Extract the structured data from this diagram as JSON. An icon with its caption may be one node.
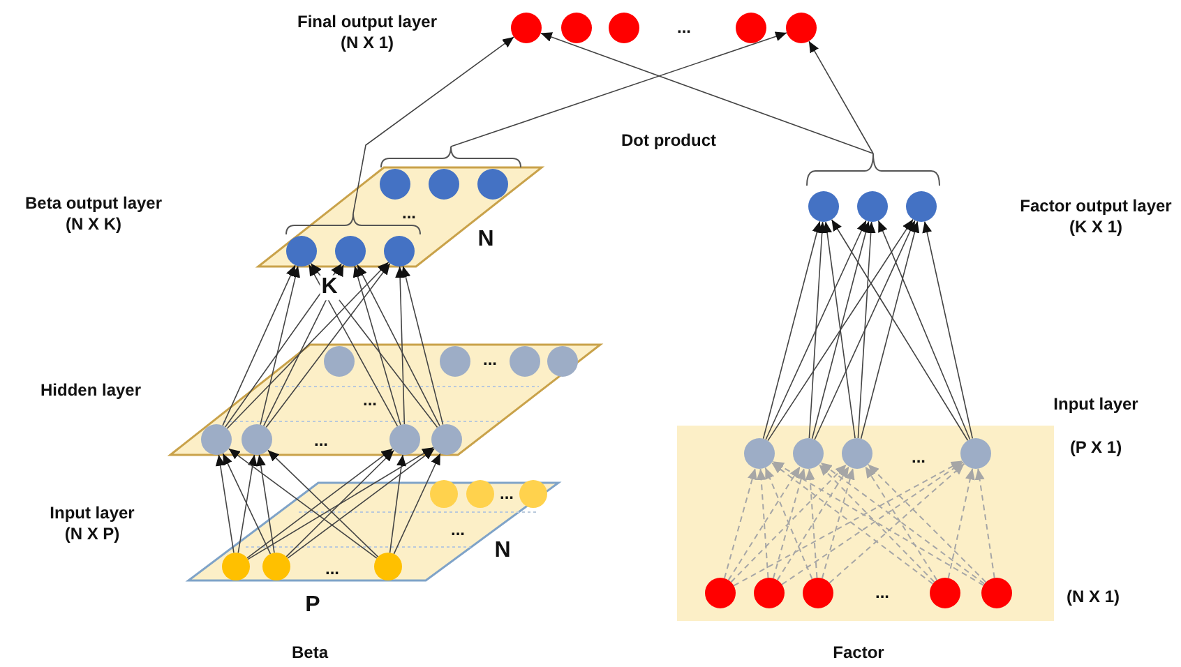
{
  "diagram": {
    "nodes": [
      {
        "text": [],
        "shape": "circle"
      },
      {
        "text": [],
        "shape": "circle"
      },
      {
        "text": [],
        "shape": "circle"
      },
      {
        "text": [],
        "shape": "circle"
      },
      {
        "text": [],
        "shape": "circle"
      },
      {
        "text": [],
        "shape": "brace"
      },
      {
        "text": [],
        "shape": "circle"
      },
      {
        "text": [],
        "shape": "circle"
      },
      {
        "text": [],
        "shape": "circle"
      },
      {
        "text": [],
        "shape": "brace"
      },
      {
        "text": [],
        "shape": "circle"
      },
      {
        "text": [],
        "shape": "circle"
      },
      {
        "text": [],
        "shape": "circle"
      },
      {
        "text": [],
        "shape": "brace"
      },
      {
        "text": [],
        "shape": "circle"
      },
      {
        "text": [],
        "shape": "circle"
      },
      {
        "text": [],
        "shape": "circle"
      },
      {
        "text": [],
        "shape": "circle"
      },
      {
        "text": [],
        "shape": "circle"
      },
      {
        "text": [],
        "shape": "circle"
      },
      {
        "text": [],
        "shape": "circle"
      },
      {
        "text": [],
        "shape": "circle"
      },
      {
        "text": [],
        "shape": "circle"
      },
      {
        "text": [],
        "shape": "circle"
      },
      {
        "text": [],
        "shape": "circle"
      },
      {
        "text": [],
        "shape": "circle"
      },
      {
        "text": [],
        "shape": "circle"
      },
      {
        "text": [],
        "shape": "circle"
      },
      {
        "text": [],
        "shape": "circle"
      },
      {
        "text": [],
        "shape": "circle"
      },
      {
        "text": [],
        "shape": "circle"
      },
      {
        "text": [],
        "shape": "circle"
      },
      {
        "text": [],
        "shape": "circle"
      },
      {
        "text": [],
        "shape": "circle"
      },
      {
        "text": [],
        "shape": "circle"
      },
      {
        "text": [],
        "shape": "circle"
      },
      {
        "text": [],
        "shape": "circle"
      },
      {
        "text": [],
        "shape": "circle"
      },
      {
        "text": [],
        "shape": "circle"
      },
      {
        "text": [],
        "shape": "circle"
      }
    ],
    "edges": [
      {
        "from": 9,
        "to": 0,
        "arrow": "to"
      },
      {
        "from": 13,
        "to": 0,
        "arrow": "to"
      },
      {
        "from": 5,
        "to": 4,
        "arrow": "to"
      },
      {
        "from": 13,
        "to": 4,
        "arrow": "to"
      },
      {
        "from": 21,
        "to": 10,
        "arrow": "to"
      },
      {
        "from": 21,
        "to": 11,
        "arrow": "to"
      },
      {
        "from": 21,
        "to": 12,
        "arrow": "to"
      },
      {
        "from": 22,
        "to": 10,
        "arrow": "to"
      },
      {
        "from": 22,
        "to": 11,
        "arrow": "to"
      },
      {
        "from": 22,
        "to": 12,
        "arrow": "to"
      },
      {
        "from": 23,
        "to": 10,
        "arrow": "to"
      },
      {
        "from": 23,
        "to": 11,
        "arrow": "to"
      },
      {
        "from": 23,
        "to": 12,
        "arrow": "to"
      },
      {
        "from": 24,
        "to": 10,
        "arrow": "to"
      },
      {
        "from": 24,
        "to": 11,
        "arrow": "to"
      },
      {
        "from": 24,
        "to": 12,
        "arrow": "to"
      },
      {
        "from": 32,
        "to": 21,
        "arrow": "to"
      },
      {
        "from": 32,
        "to": 22,
        "arrow": "to"
      },
      {
        "from": 32,
        "to": 23,
        "arrow": "to"
      },
      {
        "from": 32,
        "to": 24,
        "arrow": "to"
      },
      {
        "from": 33,
        "to": 21,
        "arrow": "to"
      },
      {
        "from": 33,
        "to": 22,
        "arrow": "to"
      },
      {
        "from": 33,
        "to": 23,
        "arrow": "to"
      },
      {
        "from": 33,
        "to": 24,
        "arrow": "to"
      },
      {
        "from": 34,
        "to": 21,
        "arrow": "to"
      },
      {
        "from": 34,
        "to": 22,
        "arrow": "to"
      },
      {
        "from": 34,
        "to": 23,
        "arrow": "to"
      },
      {
        "from": 34,
        "to": 24,
        "arrow": "to"
      },
      {
        "from": 25,
        "to": 14,
        "arrow": "to"
      },
      {
        "from": 25,
        "to": 15,
        "arrow": "to"
      },
      {
        "from": 25,
        "to": 16,
        "arrow": "to"
      },
      {
        "from": 26,
        "to": 14,
        "arrow": "to"
      },
      {
        "from": 26,
        "to": 15,
        "arrow": "to"
      },
      {
        "from": 26,
        "to": 16,
        "arrow": "to"
      },
      {
        "from": 27,
        "to": 14,
        "arrow": "to"
      },
      {
        "from": 27,
        "to": 15,
        "arrow": "to"
      },
      {
        "from": 27,
        "to": 16,
        "arrow": "to"
      },
      {
        "from": 28,
        "to": 14,
        "arrow": "to"
      },
      {
        "from": 28,
        "to": 15,
        "arrow": "to"
      },
      {
        "from": 28,
        "to": 16,
        "arrow": "to"
      },
      {
        "from": 35,
        "to": 25,
        "arrow": "to",
        "style": "dashed",
        "color": "#a6a6a6"
      },
      {
        "from": 35,
        "to": 26,
        "arrow": "to",
        "style": "dashed",
        "color": "#a6a6a6"
      },
      {
        "from": 35,
        "to": 27,
        "arrow": "to",
        "style": "dashed",
        "color": "#a6a6a6"
      },
      {
        "from": 35,
        "to": 28,
        "arrow": "to",
        "style": "dashed",
        "color": "#a6a6a6"
      },
      {
        "from": 36,
        "to": 25,
        "arrow": "to",
        "style": "dashed",
        "color": "#a6a6a6"
      },
      {
        "from": 36,
        "to": 26,
        "arrow": "to",
        "style": "dashed",
        "color": "#a6a6a6"
      },
      {
        "from": 36,
        "to": 27,
        "arrow": "to",
        "style": "dashed",
        "color": "#a6a6a6"
      },
      {
        "from": 36,
        "to": 28,
        "arrow": "to",
        "style": "dashed",
        "color": "#a6a6a6"
      },
      {
        "from": 37,
        "to": 25,
        "arrow": "to",
        "style": "dashed",
        "color": "#a6a6a6"
      },
      {
        "from": 37,
        "to": 26,
        "arrow": "to",
        "style": "dashed",
        "color": "#a6a6a6"
      },
      {
        "from": 37,
        "to": 27,
        "arrow": "to",
        "style": "dashed",
        "color": "#a6a6a6"
      },
      {
        "from": 37,
        "to": 28,
        "arrow": "to",
        "style": "dashed",
        "color": "#a6a6a6"
      },
      {
        "from": 38,
        "to": 25,
        "arrow": "to",
        "style": "dashed",
        "color": "#a6a6a6"
      },
      {
        "from": 38,
        "to": 26,
        "arrow": "to",
        "style": "dashed",
        "color": "#a6a6a6"
      },
      {
        "from": 38,
        "to": 27,
        "arrow": "to",
        "style": "dashed",
        "color": "#a6a6a6"
      },
      {
        "from": 38,
        "to": 28,
        "arrow": "to",
        "style": "dashed",
        "color": "#a6a6a6"
      },
      {
        "from": 39,
        "to": 25,
        "arrow": "to",
        "style": "dashed",
        "color": "#a6a6a6"
      },
      {
        "from": 39,
        "to": 26,
        "arrow": "to",
        "style": "dashed",
        "color": "#a6a6a6"
      },
      {
        "from": 39,
        "to": 27,
        "arrow": "to",
        "style": "dashed",
        "color": "#a6a6a6"
      },
      {
        "from": 39,
        "to": 28,
        "arrow": "to",
        "style": "dashed",
        "color": "#a6a6a6"
      }
    ],
    "labels": [
      "Final output layer",
      "(N X 1)",
      "...",
      "Dot product",
      "Beta output layer",
      "(N X K)",
      "Factor output layer",
      "(K X 1)",
      "...",
      "N",
      "K",
      "...",
      "Hidden layer",
      "...",
      "Input layer",
      "...",
      "(P X 1)",
      "...",
      "...",
      "Input layer",
      "(N X P)",
      "...",
      "N",
      "...",
      "...",
      "(N X 1)",
      "P",
      "Beta",
      "Factor"
    ]
  }
}
